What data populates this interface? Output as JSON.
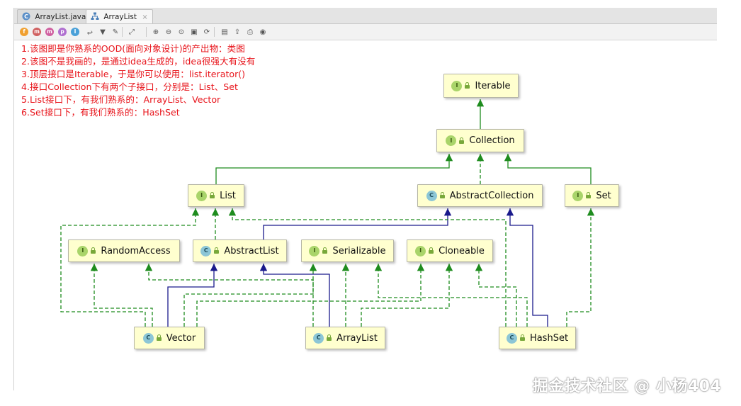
{
  "tabs": [
    {
      "label": "ArrayList.java",
      "icon": "java-class-file-icon",
      "active": false
    },
    {
      "label": "ArrayList",
      "icon": "diagram-icon",
      "active": true
    }
  ],
  "toolbar_icons": [
    {
      "name": "fields-filter-icon",
      "glyph": "f",
      "color": "#f0a030"
    },
    {
      "name": "constructors-filter-icon",
      "glyph": "m",
      "color": "#d06060"
    },
    {
      "name": "methods-filter-icon",
      "glyph": "m",
      "color": "#d060a0"
    },
    {
      "name": "properties-filter-icon",
      "glyph": "p",
      "color": "#b070d0"
    },
    {
      "name": "inner-classes-filter-icon",
      "glyph": "I",
      "color": "#4aa0d8"
    },
    {
      "name": "dependencies-icon",
      "glyph": "⥂",
      "color": ""
    },
    {
      "name": "filter-icon",
      "glyph": "▼",
      "color": ""
    },
    {
      "name": "scope-filter-icon",
      "glyph": "✎",
      "color": ""
    },
    {
      "name": "layout-icon",
      "glyph": "⤢",
      "color": ""
    },
    {
      "name": "zoom-in-icon",
      "glyph": "⊕",
      "color": ""
    },
    {
      "name": "zoom-out-icon",
      "glyph": "⊖",
      "color": ""
    },
    {
      "name": "actual-size-icon",
      "glyph": "⊙",
      "color": ""
    },
    {
      "name": "fit-content-icon",
      "glyph": "▣",
      "color": ""
    },
    {
      "name": "apply-layout-icon",
      "glyph": "⟳",
      "color": ""
    },
    {
      "name": "save-icon",
      "glyph": "▤",
      "color": ""
    },
    {
      "name": "export-icon",
      "glyph": "⇪",
      "color": ""
    },
    {
      "name": "print-icon",
      "glyph": "⎙",
      "color": ""
    },
    {
      "name": "print-preview-icon",
      "glyph": "◉",
      "color": ""
    }
  ],
  "notes": [
    "1.该图即是你熟系的OOD(面向对象设计)的产出物：类图",
    "2.该图不是我画的，是通过idea生成的，idea很强大有没有",
    "3.顶层接口是Iterable，于是你可以使用：list.iterator()",
    "4.接口Collection下有两个子接口，分别是：List、Set",
    "5.List接口下，有我们熟系的：ArrayList、Vector",
    "6.Set接口下，有我们熟系的：HashSet"
  ],
  "nodes": {
    "iterable": {
      "label": "Iterable",
      "kind": "interface",
      "kind_glyph": "I"
    },
    "collection": {
      "label": "Collection",
      "kind": "interface",
      "kind_glyph": "I"
    },
    "list": {
      "label": "List",
      "kind": "interface",
      "kind_glyph": "I"
    },
    "abstract_collection": {
      "label": "AbstractCollection",
      "kind": "class",
      "kind_glyph": "C"
    },
    "set": {
      "label": "Set",
      "kind": "interface",
      "kind_glyph": "I"
    },
    "random_access": {
      "label": "RandomAccess",
      "kind": "interface",
      "kind_glyph": "I"
    },
    "abstract_list": {
      "label": "AbstractList",
      "kind": "class",
      "kind_glyph": "C"
    },
    "serializable": {
      "label": "Serializable",
      "kind": "interface",
      "kind_glyph": "I"
    },
    "cloneable": {
      "label": "Cloneable",
      "kind": "interface",
      "kind_glyph": "I"
    },
    "vector": {
      "label": "Vector",
      "kind": "class",
      "kind_glyph": "C"
    },
    "array_list": {
      "label": "ArrayList",
      "kind": "class",
      "kind_glyph": "C"
    },
    "hash_set": {
      "label": "HashSet",
      "kind": "class",
      "kind_glyph": "C"
    }
  },
  "colors": {
    "interface_extends": "#1e8c1e",
    "implements": "#1e8c1e",
    "class_extends": "#1a1a8c",
    "note_text": "#e8141b",
    "node_fill": "#ffffcf"
  },
  "watermark": "掘金技术社区 @ 小杨404"
}
